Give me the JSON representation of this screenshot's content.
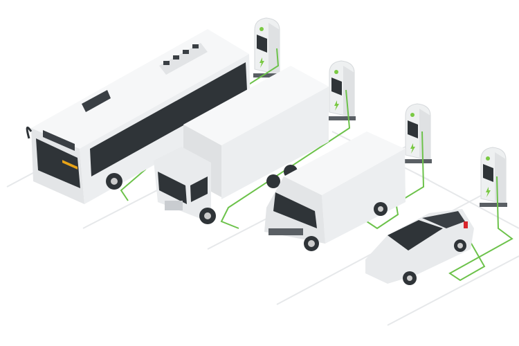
{
  "scene": {
    "vehicles": [
      "bus",
      "truck",
      "van",
      "car"
    ],
    "charger_count": 4
  },
  "colors": {
    "background": "#ffffff",
    "body_light": "#f2f3f4",
    "body_mid": "#dfe1e3",
    "body_shadow": "#c9ccd0",
    "glass": "#2f3438",
    "cable": "#6cc24a",
    "bolt": "#7ac943",
    "lane": "#e6e8ea",
    "taillight": "#d9262c",
    "bus_display": "#e8a317"
  },
  "icons": [
    "lightning-bolt-icon"
  ]
}
